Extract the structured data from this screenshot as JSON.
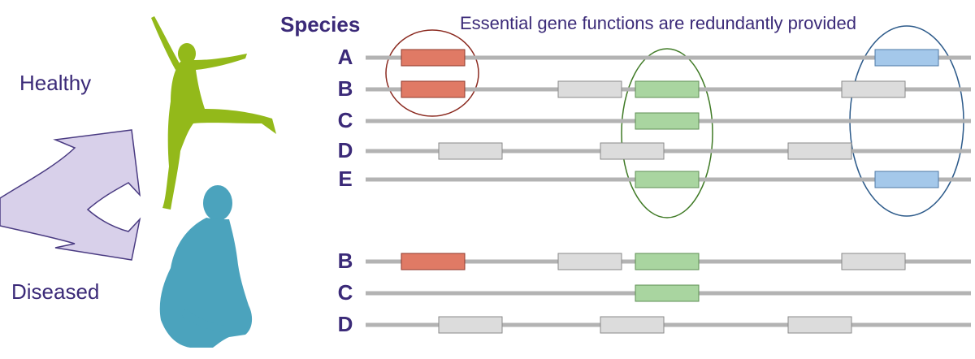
{
  "labels": {
    "healthy": "Healthy",
    "diseased": "Diseased",
    "species_header": "Species",
    "headline": "Essential gene functions are redundantly provided"
  },
  "colors": {
    "text": "#3b2a78",
    "line": "#b3b3b3",
    "red_gene": "#e07a65",
    "gray_gene": "#dcdcdc",
    "green_gene": "#a9d5a0",
    "blue_gene": "#a4c8ea",
    "red_circle": "#8b2a20",
    "green_circle": "#3f7a25",
    "blue_circle": "#2c5a8a",
    "arrow_fill": "#d8d0ea",
    "arrow_stroke": "#4a3b82",
    "healthy_figure": "#93b91a",
    "diseased_figure": "#4ba3bd"
  },
  "figures": {
    "healthy_icon": "jumping-person-icon",
    "diseased_icon": "crouching-person-icon",
    "arrow_icon": "split-arrow-icon"
  },
  "healthy_rows": [
    {
      "letter": "A",
      "genes": [
        "red",
        "blue"
      ]
    },
    {
      "letter": "B",
      "genes": [
        "red",
        "gray",
        "green",
        "gray"
      ]
    },
    {
      "letter": "C",
      "genes": [
        "green"
      ]
    },
    {
      "letter": "D",
      "genes": [
        "gray",
        "gray",
        "gray"
      ]
    },
    {
      "letter": "E",
      "genes": [
        "green",
        "blue"
      ]
    }
  ],
  "diseased_rows": [
    {
      "letter": "B",
      "genes": [
        "red",
        "gray",
        "green",
        "gray"
      ]
    },
    {
      "letter": "C",
      "genes": [
        "green"
      ]
    },
    {
      "letter": "D",
      "genes": [
        "gray",
        "gray",
        "gray"
      ]
    }
  ]
}
